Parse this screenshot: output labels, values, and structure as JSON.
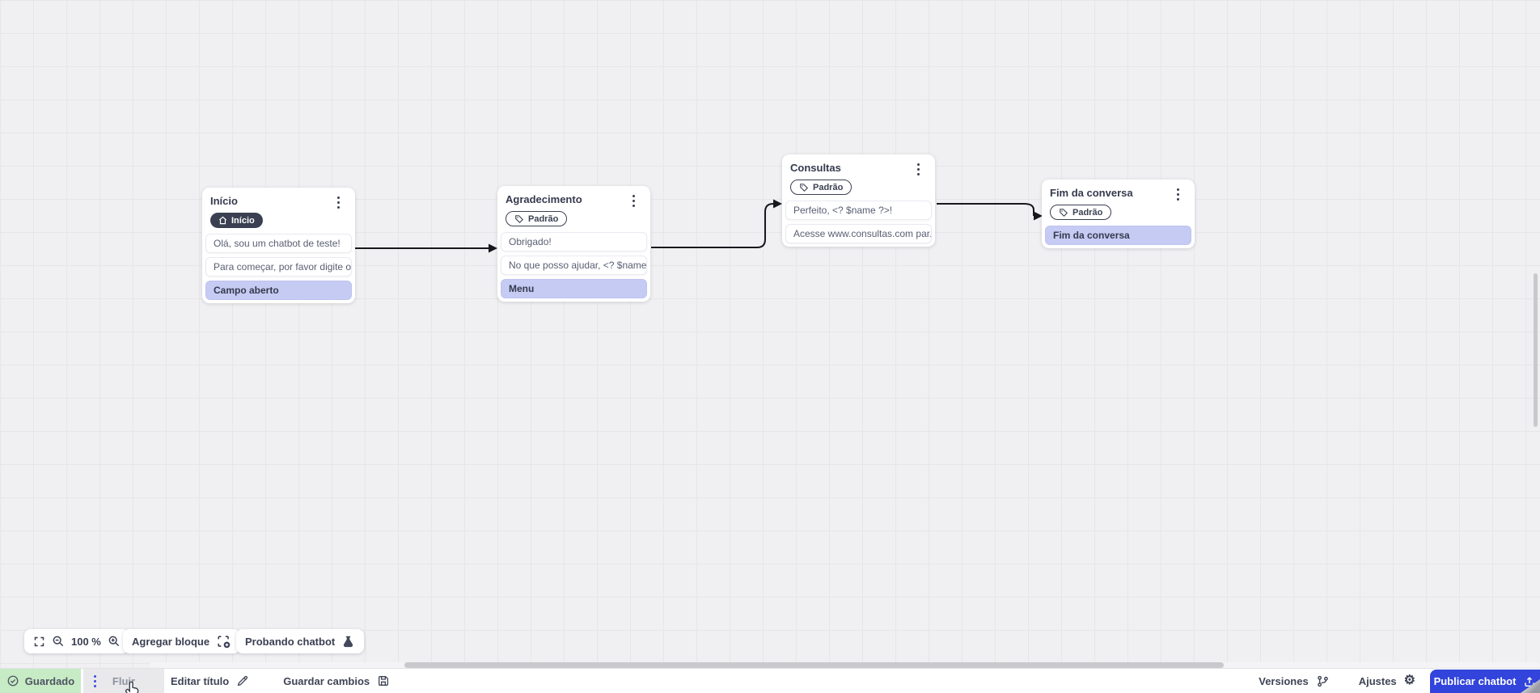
{
  "canvas": {
    "nodes": [
      {
        "title": "Início",
        "badge": "Início",
        "rows": [
          "Olá, sou um chatbot de teste!",
          "Para começar, por favor digite o ...",
          "Campo aberto"
        ]
      },
      {
        "title": "Agradecimento",
        "badge": "Padrão",
        "rows": [
          "Obrigado!",
          "No que posso ajudar, <? $name ...",
          "Menu"
        ]
      },
      {
        "title": "Consultas",
        "badge": "Padrão",
        "rows": [
          "Perfeito, <? $name ?>!",
          "Acesse www.consultas.com par..."
        ]
      },
      {
        "title": "Fim da conversa",
        "badge": "Padrão",
        "rows": [
          "Fim da conversa"
        ]
      }
    ]
  },
  "zoom_toolbar": {
    "zoom_level": "100 %",
    "add_block": "Agregar bloque",
    "test_chatbot": "Probando chatbot"
  },
  "bottom_bar": {
    "save_status": "Guardado",
    "active_tab": "Fluir",
    "edit_title": "Editar título",
    "save_changes": "Guardar cambios",
    "versions": "Versiones",
    "settings": "Ajustes",
    "publish": "Publicar chatbot"
  },
  "colors": {
    "accent_blue": "#3244db",
    "lavender_row": "#c5cbf3",
    "saved_green_bg": "#c7ebc4",
    "badge_dark": "#3a4051",
    "connection": "#17181d",
    "canvas_bg": "#f0f0f2",
    "grid_line": "#e6e6e9"
  }
}
